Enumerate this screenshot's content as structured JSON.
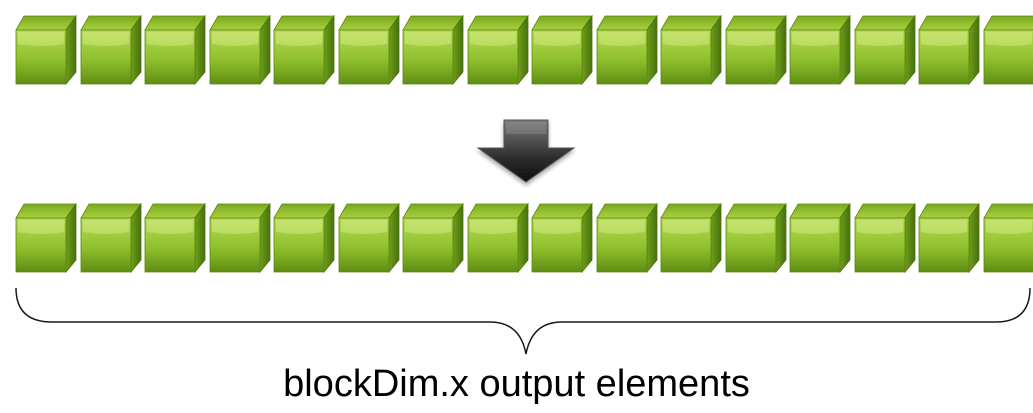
{
  "diagram": {
    "input_row": {
      "element_count": 16
    },
    "output_row": {
      "element_count": 16
    },
    "caption": "blockDim.x output elements",
    "colors": {
      "cube_light": "#b2d64a",
      "cube_mid": "#8dbd2a",
      "cube_dark": "#4f7a10",
      "cube_top": "#a6cf3c",
      "cube_side": "#6a9a18",
      "arrow_light": "#6e6e6e",
      "arrow_dark": "#1a1a1a",
      "bracket": "#1a1a1a"
    }
  }
}
